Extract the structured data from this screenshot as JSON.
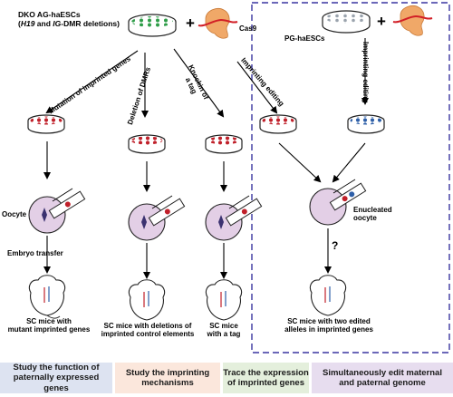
{
  "labels": {
    "dko_line1": "DKO AG-haESCs",
    "dko_line2_prefix": "(",
    "dko_h19": "H19",
    "dko_and": " and ",
    "dko_ig": "IG",
    "dko_line2_suffix": "-DMR deletions)",
    "cas9": "Cas9",
    "pg": "PG-haESCs",
    "mutation": "Mutation of imprinted genes",
    "deletion": "Deletion of DMRs",
    "knockin_1": "Knockin of",
    "knockin_2": "a tag",
    "imprinting_editing": "Imprinting editing",
    "imprinting_editing_2": "Imprinting editing",
    "oocyte": "Oocyte",
    "enucleated_1": "Enucleated",
    "enucleated_2": "oocyte",
    "question": "?",
    "embryo_transfer": "Embryo transfer",
    "mice1_1": "SC mice with",
    "mice1_2": "mutant imprinted genes",
    "mice2_1": "SC mice with deletions of",
    "mice2_2": "imprinted control elements",
    "mice3_1": "SC mice",
    "mice3_2": "with a tag",
    "mice4_1": "SC mice with two edited",
    "mice4_2": "alleles in imprinted genes"
  },
  "boxes": [
    {
      "line1": "Study the function of",
      "line2": "paternally expressed genes",
      "color": "#dde3f1"
    },
    {
      "line1": "Study the imprinting",
      "line2": "mechanisms",
      "color": "#fbe7dc"
    },
    {
      "line1": "Trace the expression",
      "line2": "of imprinted genes",
      "color": "#e4efdc"
    },
    {
      "line1": "Simultaneously edit maternal",
      "line2": "and paternal genome",
      "color": "#e7ddef"
    }
  ],
  "colors": {
    "dish_green": "#2e9d48",
    "dish_red": "#c0202a",
    "dish_blue": "#2e5fa8",
    "cas9_fill": "#f0a868",
    "cas9_band": "#d21f26",
    "oocyte": "#e3cfe6",
    "spindle": "#3b3270",
    "dashed_box": "#3a35a0"
  }
}
